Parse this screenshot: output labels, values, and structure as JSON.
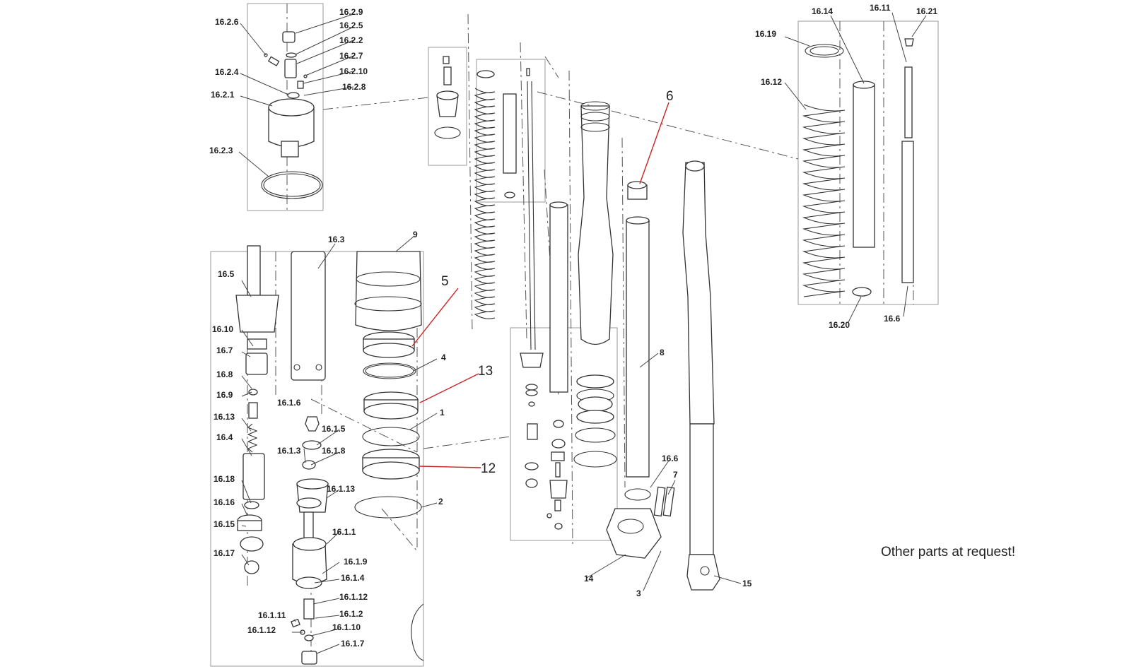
{
  "labels": {
    "l16_2_9": "16.2.9",
    "l16_2_5": "16.2.5",
    "l16_2_6": "16.2.6",
    "l16_2_2": "16.2.2",
    "l16_2_7": "16.2.7",
    "l16_2_4": "16.2.4",
    "l16_2_10": "16.2.10",
    "l16_2_1": "16.2.1",
    "l16_2_8": "16.2.8",
    "l16_2_3": "16.2.3",
    "l16_3": "16.3",
    "l9": "9",
    "l16_5": "16.5",
    "l16_10": "16.10",
    "l16_7": "16.7",
    "l16_8": "16.8",
    "l16_9": "16.9",
    "l16_13": "16.13",
    "l16_4": "16.4",
    "l16_18": "16.18",
    "l16_16": "16.16",
    "l16_15": "16.15",
    "l16_17": "16.17",
    "l16_1_6": "16.1.6",
    "l16_1_5": "16.1.5",
    "l16_1_3": "16.1.3",
    "l16_1_8": "16.1.8",
    "l16_1_13": "16.1.13",
    "l16_1_1": "16.1.1",
    "l16_1_9": "16.1.9",
    "l16_1_4": "16.1.4",
    "l16_1_12a": "16.1.12",
    "l16_1_2": "16.1.2",
    "l16_1_11": "16.1.11",
    "l16_1_12b": "16.1.12",
    "l16_1_10": "16.1.10",
    "l16_1_7": "16.1.7",
    "l5": "5",
    "l4": "4",
    "l13": "13",
    "l1": "1",
    "l12": "12",
    "l2": "2",
    "l6": "6",
    "l8": "8",
    "l16_6a": "16.6",
    "l7": "7",
    "l14": "14",
    "l3": "3",
    "l15": "15",
    "l16_14": "16.14",
    "l16_11": "16.11",
    "l16_21": "16.21",
    "l16_19": "16.19",
    "l16_12": "16.12",
    "l16_20": "16.20",
    "l16_6b": "16.6"
  },
  "note": "Other parts at request!",
  "colors": {
    "line": "#333333",
    "highlight": "#cc2222",
    "frame": "#999999"
  }
}
